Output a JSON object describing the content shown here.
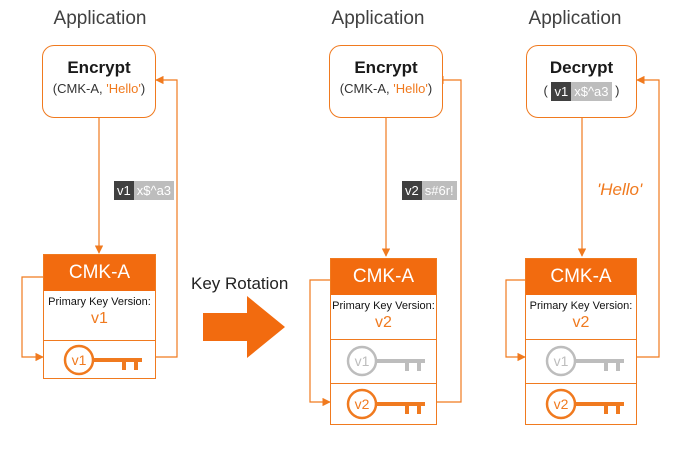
{
  "panels": [
    {
      "app_label": "Application",
      "op": {
        "title": "Encrypt",
        "args_prefix": "(CMK-A, ",
        "args_value": "'Hello'",
        "args_suffix": ")"
      },
      "token": {
        "version": "v1",
        "cipher": "x$^a3"
      },
      "cmk": {
        "name": "CMK-A",
        "primary_label": "Primary Key Version:",
        "primary_version": "v1",
        "keys": [
          "v1"
        ]
      }
    },
    {
      "app_label": "Application",
      "op": {
        "title": "Encrypt",
        "args_prefix": "(CMK-A, ",
        "args_value": "'Hello'",
        "args_suffix": ")"
      },
      "token": {
        "version": "v2",
        "cipher": "s#6r!"
      },
      "cmk": {
        "name": "CMK-A",
        "primary_label": "Primary Key Version:",
        "primary_version": "v2",
        "keys": [
          "v1",
          "v2"
        ]
      }
    },
    {
      "app_label": "Application",
      "op": {
        "title": "Decrypt",
        "open_paren": "(",
        "close_paren": ")"
      },
      "input_token": {
        "version": "v1",
        "cipher": "x$^a3"
      },
      "result": "'Hello'",
      "cmk": {
        "name": "CMK-A",
        "primary_label": "Primary Key Version:",
        "primary_version": "v2",
        "keys": [
          "v1",
          "v2"
        ]
      }
    }
  ],
  "rotation_label": "Key Rotation",
  "colors": {
    "accent": "#f07a1f",
    "header": "#f26b0f",
    "inactive": "#bdbdbd",
    "dark": "#404040"
  },
  "icons": [
    "key-icon",
    "arrow-right-icon"
  ]
}
